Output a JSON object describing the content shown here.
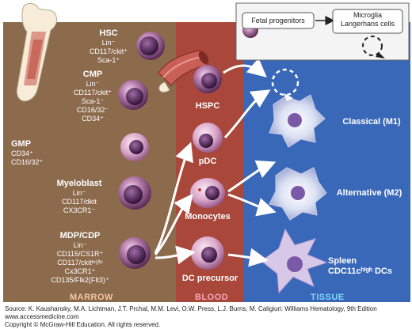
{
  "marrow": {
    "section_label": "MARROW",
    "hsc": {
      "title": "HSC",
      "lines": [
        "Lin⁻",
        "CD117/ckit⁺",
        "Sca-1⁺"
      ]
    },
    "cmp": {
      "title": "CMP",
      "lines": [
        "Lin⁻",
        "CD117/ckit⁺",
        "Sca-1⁻",
        "CD16/32⁻",
        "CD34⁺"
      ]
    },
    "gmp": {
      "title": "GMP",
      "lines": [
        "CD34⁺",
        "CD16/32⁺"
      ]
    },
    "myeloblast": {
      "title": "Myeloblast",
      "lines": [
        "Lin⁻",
        "CD117/dkit",
        "CX3CR1⁻"
      ]
    },
    "mdp": {
      "title": "MDP/CDP",
      "lines": [
        "Lin⁻",
        "CD115/CS1R⁺",
        "CD117/ckitᴵⁿᵗ/ˡᵒ",
        "Cx3CR1⁺",
        "CD135/Flk2(Flt3)⁺"
      ]
    }
  },
  "blood": {
    "section_label": "BLOOD",
    "hspc": "HSPC",
    "pdc": "pDC",
    "monocytes": "Monocytes",
    "dc_precursor": "DC precursor"
  },
  "tissue": {
    "section_label": "TISSUE",
    "classical": "Classical (M1)",
    "alternative": "Alternative (M2)",
    "spleen_line1": "Spleen",
    "spleen_line2": "CDC11cʰⁱᵍʰ DCs"
  },
  "legend": {
    "fetal": "Fetal progenitors",
    "microglia_line1": "Microglia",
    "microglia_line2": "Langerhans cells"
  },
  "source": {
    "line1": "Source: K. Kaushansky, M.A. Lichtman, J.T. Prchal, M.M. Levi, O.W. Press, L.J. Burns, M. Caligiuri: Williams Hematology, 9th Edition",
    "line2": "www.accessmedicine.com",
    "line3": "Copyright © McGraw-Hill Education.  All rights reserved."
  },
  "colors": {
    "marrow_bg": "#8c6a4c",
    "blood_bg": "#a8473a",
    "tissue_bg": "#3a68b8",
    "marrow_label": "#f2c7a6",
    "blood_label": "#f7a8b8",
    "tissue_label": "#7fd7ff"
  }
}
